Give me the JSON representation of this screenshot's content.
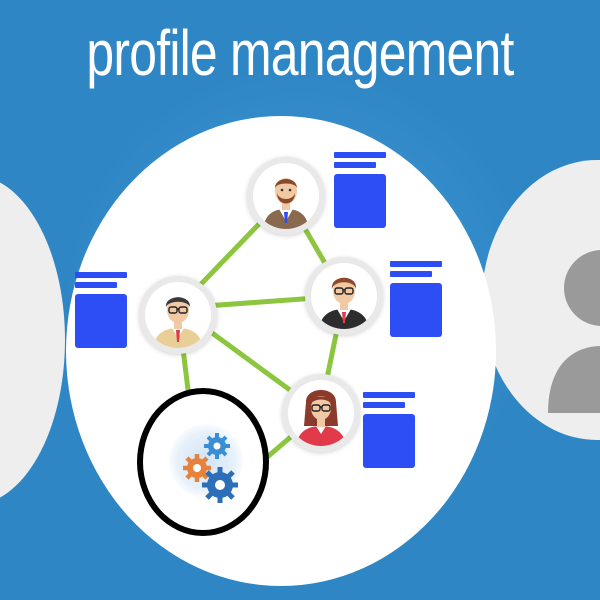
{
  "title": "profile management",
  "colors": {
    "background": "#2f86c4",
    "circle": "#ffffff",
    "connector": "#8cc63f",
    "card": "#2d4ef5",
    "side_discs": "#eeeeee",
    "silhouette": "#9a9a9a"
  },
  "network": {
    "profiles": [
      {
        "id": "man-beard",
        "icon": "man-with-beard-avatar-icon",
        "card": "info-card"
      },
      {
        "id": "man-glasses-left",
        "icon": "man-with-glasses-avatar-icon",
        "card": "info-card"
      },
      {
        "id": "man-glasses-right",
        "icon": "man-with-glasses-and-red-tie-avatar-icon",
        "card": "info-card"
      },
      {
        "id": "woman",
        "icon": "woman-avatar-icon",
        "card": "info-card"
      }
    ],
    "settings_node": {
      "icon": "gears-icon"
    },
    "links": [
      [
        "man-glasses-left",
        "man-beard"
      ],
      [
        "man-glasses-left",
        "man-glasses-right"
      ],
      [
        "man-beard",
        "man-glasses-right"
      ],
      [
        "man-glasses-right",
        "woman"
      ],
      [
        "man-glasses-left",
        "woman"
      ],
      [
        "man-glasses-left",
        "settings"
      ],
      [
        "woman",
        "settings"
      ]
    ]
  }
}
